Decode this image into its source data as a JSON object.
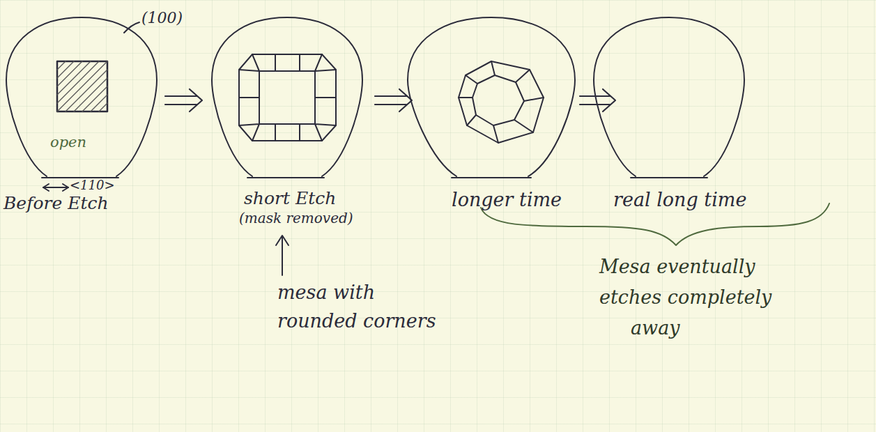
{
  "diagram": {
    "labels": [
      "(100)",
      "open",
      "<110>",
      "Before Etch",
      "short Etch",
      "(mask removed)",
      "mesa with",
      "rounded corners",
      "longer time",
      "real long time",
      "Mesa eventually",
      "etches completely",
      "away"
    ]
  }
}
